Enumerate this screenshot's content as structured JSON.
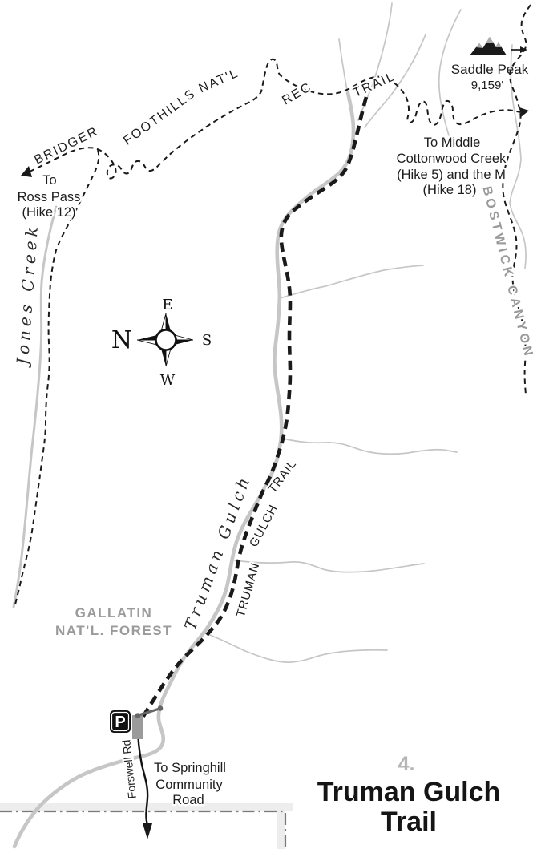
{
  "title": {
    "number": "4.",
    "line1": "Truman Gulch",
    "line2": "Trail"
  },
  "peak": {
    "name": "Saddle Peak",
    "elevation": "9,159'"
  },
  "rec_trail_words": {
    "bridger": "BRIDGER",
    "foothills": "FOOTHILLS",
    "natl": "NAT'L",
    "rec": "REC",
    "trail": "TRAIL"
  },
  "gulch_trail_words": {
    "truman": "TRUMAN",
    "gulch": "GULCH",
    "trail": "TRAIL"
  },
  "creeks": {
    "jones": "Jones Creek",
    "truman": "Truman Gulch"
  },
  "areas": {
    "gallatin_line1": "GALLATIN",
    "gallatin_line2": "NAT'L. FOREST",
    "bostwick": "BOSTWICK CANYON"
  },
  "roads": {
    "forswell": "Forswell Rd"
  },
  "destinations": {
    "ross": [
      "To",
      "Ross Pass",
      "(Hike 12)"
    ],
    "cottonwood": [
      "To Middle",
      "Cottonwood Creek",
      "(Hike 5) and the M",
      "(Hike 18)"
    ],
    "springhill": [
      "To Springhill",
      "Community",
      "Road"
    ]
  },
  "compass": {
    "n": "N",
    "e": "E",
    "s": "S",
    "w": "W"
  },
  "parking": {
    "symbol": "P"
  },
  "colors": {
    "trail": "#1a1a1a",
    "creek": "#c6c6c6",
    "label_gray": "#9a9a9a",
    "boundary": "#7a7a7a",
    "band": "#ededed",
    "title_number": "#b5b5b5"
  }
}
